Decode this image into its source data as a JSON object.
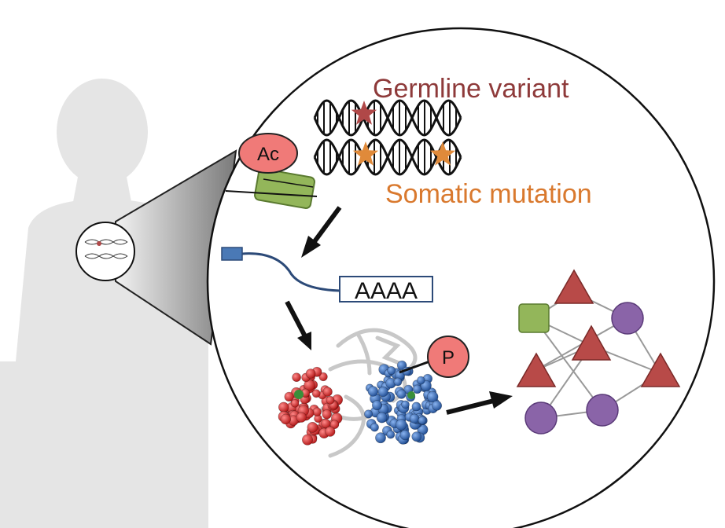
{
  "labels": {
    "germline": "Germline variant",
    "somatic": "Somatic mutation",
    "acetyl": "Ac",
    "polya": "AAAA",
    "phospho": "P"
  },
  "colors": {
    "germline_text": "#8e3a3a",
    "somatic_text": "#d9792e",
    "germline_star": "#b04848",
    "somatic_star": "#e08a3a",
    "acetyl_fill": "#f07a78",
    "histone_fill": "#93b65a",
    "mrna_cap": "#4a79b6",
    "mrna_line": "#2c4a78",
    "triangle": "#b84a48",
    "circle_node": "#8a64a8",
    "square_node": "#93b65a",
    "silhouette": "#e5e5e5",
    "red_domain": "#d62a2a",
    "blue_domain": "#2f63b0"
  },
  "icons": [
    "human-silhouette-icon",
    "dna-double-helix-icon",
    "histone-icon",
    "protein-structure-icon",
    "network-graph-icon",
    "arrow-icon"
  ]
}
